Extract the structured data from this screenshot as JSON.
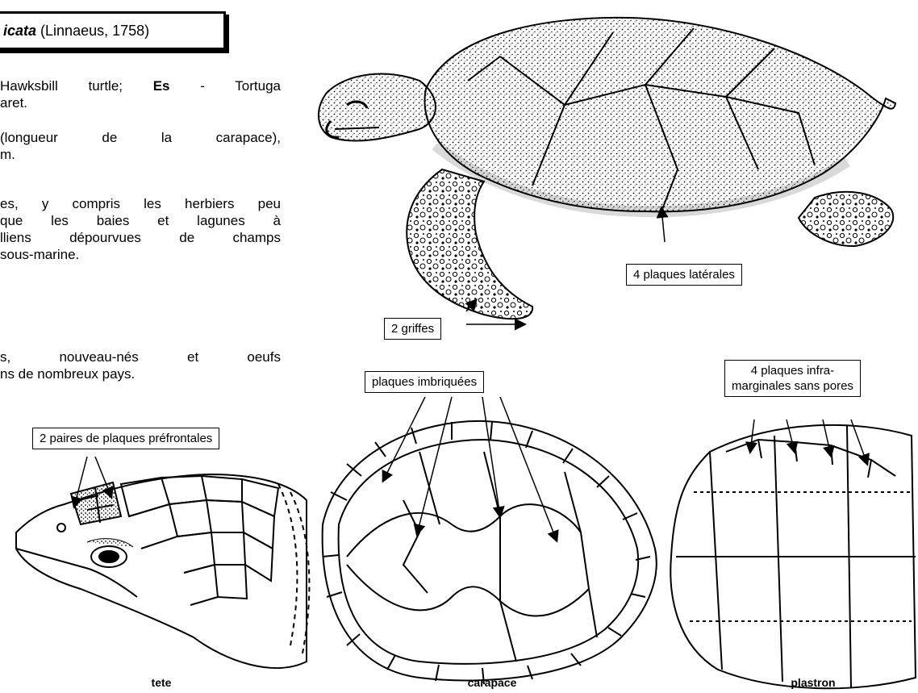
{
  "header": {
    "species_fragment": "icata",
    "authority": "(Linnaeus, 1758)"
  },
  "text": {
    "names_line1_pre": "Hawksbill turtle; ",
    "names_line1_bold": "Es",
    "names_line1_post": " - Tortuga",
    "names_line2": "aret.",
    "size_line1": "(longueur de la carapace),",
    "size_line2": "m.",
    "habitat_line1": "es, y compris les herbiers peu",
    "habitat_line2": "que les baies et lagunes à",
    "habitat_line3": "lliens dépourvues de champs",
    "habitat_line4": "sous-marine.",
    "fishery_line1": "s, nouveau-nés et oeufs",
    "fishery_line2": "ns de nombreux pays."
  },
  "callouts": {
    "lateral_plates": "4 plaques latérales",
    "claws": "2 griffes",
    "imbricated_plates": "plaques imbriquées",
    "inframarginal_line1": "4 plaques infra-",
    "inframarginal_line2": "marginales sans pores",
    "prefrontal_plates": "2 paires de plaques préfrontales"
  },
  "captions": {
    "head": "tete",
    "carapace": "carapace",
    "plastron": "plastron"
  }
}
